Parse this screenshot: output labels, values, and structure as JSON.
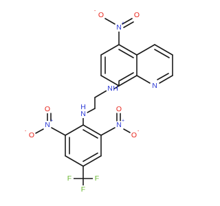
{
  "colors": {
    "bond": "#1a1a1a",
    "N": "#2b39d6",
    "O": "#e8231a",
    "F": "#6ab833",
    "background": "#ffffff"
  },
  "atoms": {
    "nitro_n_top": {
      "text": "N",
      "charge": "+",
      "color": "N"
    },
    "nitro_o_top_left": {
      "text": "O",
      "charge": "-",
      "color": "O",
      "charge_side": "left"
    },
    "nitro_o_top_right": {
      "text": "O",
      "color": "O"
    },
    "quinoline_n": {
      "text": "N",
      "color": "N"
    },
    "amine_n_top": {
      "text": "N",
      "sub": "H",
      "color": "N"
    },
    "amine_n_mid": {
      "text": "N",
      "sub": "H",
      "color": "N"
    },
    "nitro_n_left": {
      "text": "N",
      "charge": "+",
      "color": "N"
    },
    "nitro_o_left_top": {
      "text": "O",
      "color": "O"
    },
    "nitro_o_left": {
      "text": "O",
      "charge": "-",
      "color": "O",
      "charge_side": "left"
    },
    "nitro_n_right": {
      "text": "N",
      "charge": "+",
      "color": "N"
    },
    "nitro_o_right_top": {
      "text": "O",
      "color": "O"
    },
    "nitro_o_right": {
      "text": "O",
      "charge": "-",
      "color": "O"
    },
    "fluorine_left": {
      "text": "F",
      "color": "F"
    },
    "fluorine_right": {
      "text": "F",
      "color": "F"
    },
    "fluorine_bottom": {
      "text": "F",
      "color": "F"
    }
  }
}
